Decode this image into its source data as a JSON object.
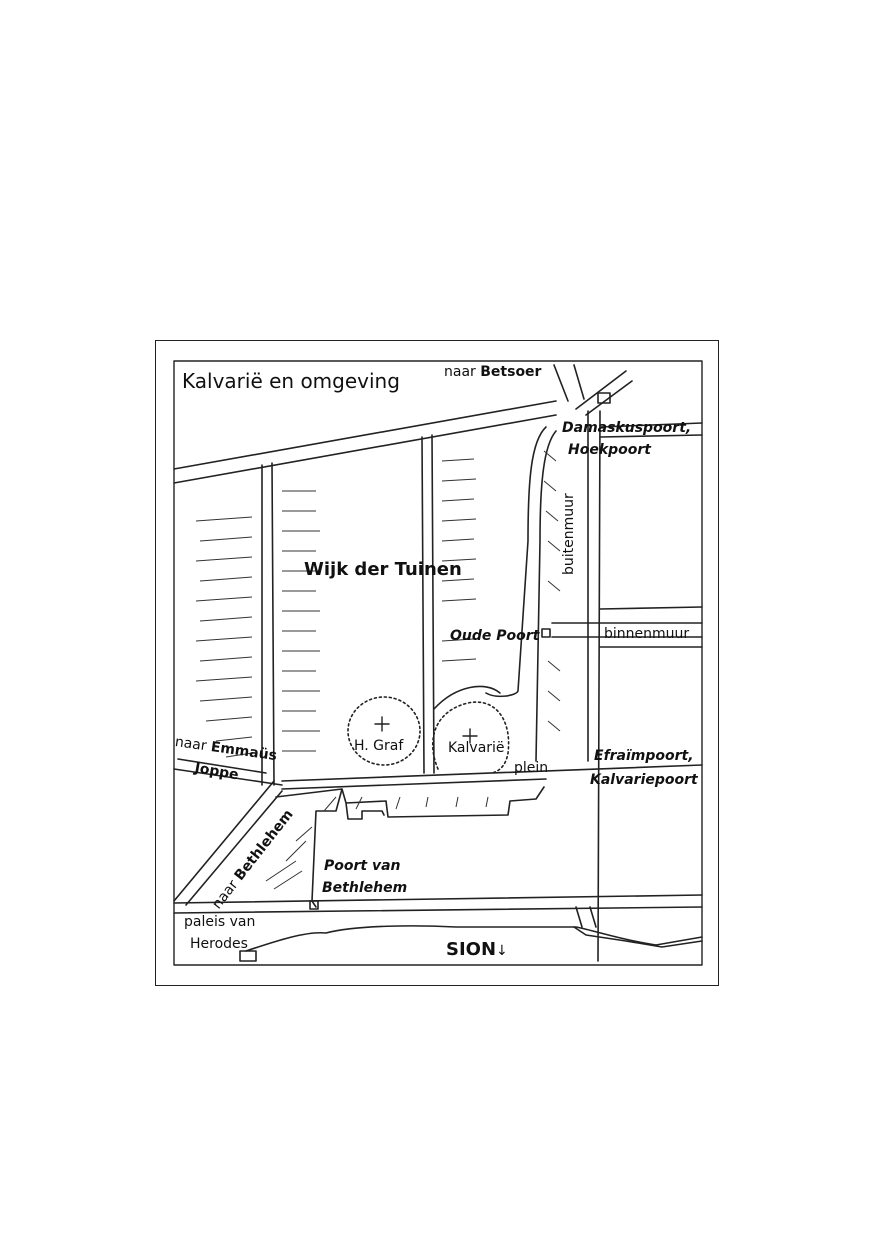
{
  "map": {
    "title": "Kalvarië en omgeving",
    "labels": {
      "naar_betsoer_prefix": "naar",
      "naar_betsoer_name": "Betsoer",
      "damaskuspoort_1": "Damaskuspoort,",
      "damaskuspoort_2": "Hoekpoort",
      "buitenmuur": "buitenmuur",
      "binnenmuur": "binnenmuur",
      "wijk_der_tuinen": "Wijk der Tuinen",
      "oude_poort": "Oude Poort",
      "h_graf": "H. Graf",
      "kalvarie": "Kalvarië",
      "plein": "plein",
      "efraimpoort_1": "Efraïmpoort,",
      "efraimpoort_2": "Kalvariepoort",
      "naar_emmaus_prefix": "naar",
      "naar_emmaus_name": "Emmaüs",
      "joppe": "Joppe",
      "naar_bethlehem_prefix": "naar",
      "naar_bethlehem_name": "Bethlehem",
      "poort_van_bethlehem_1": "Poort van",
      "poort_van_bethlehem_2": "Bethlehem",
      "paleis_1": "paleis van",
      "paleis_2": "Herodes",
      "sion": "SION",
      "sion_arrow": "↓"
    },
    "colors": {
      "ink": "#111111",
      "paper": "#ffffff"
    }
  }
}
